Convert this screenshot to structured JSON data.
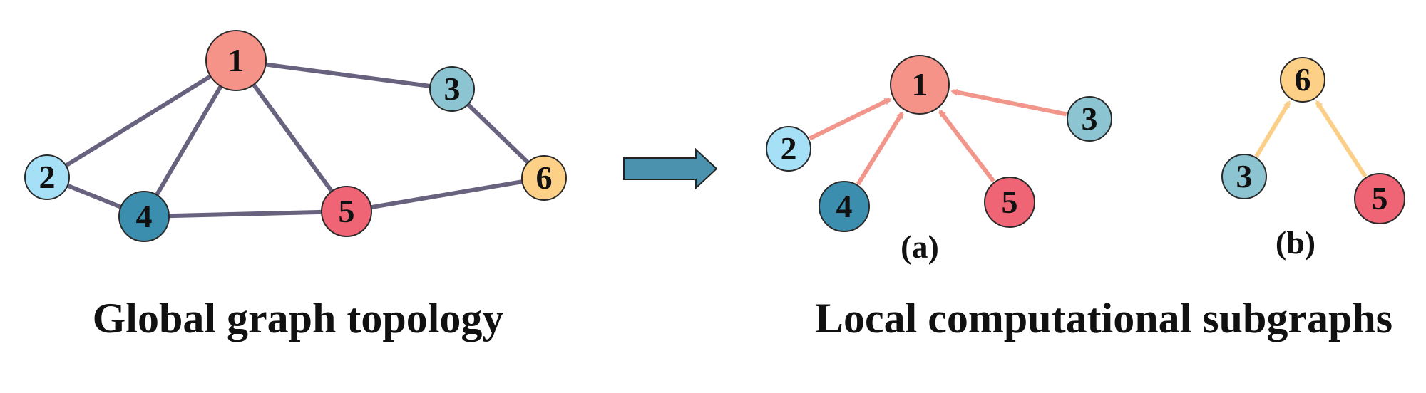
{
  "colors": {
    "edge": "#68627f",
    "arrow_red": "#f2968c",
    "arrow_orange": "#fbcf88",
    "node_stroke": "#2a2a2a",
    "big_arrow_fill": "#4b92ae",
    "node_1": "#f69389",
    "node_2": "#a6e0f7",
    "node_3": "#8dc4d2",
    "node_4": "#3c8eaf",
    "node_5": "#ef6575",
    "node_6": "#fdd087"
  },
  "global_graph": {
    "caption": "Global graph topology",
    "nodes": [
      {
        "id": "1",
        "label": "1",
        "color": "#f69389"
      },
      {
        "id": "2",
        "label": "2",
        "color": "#a6e0f7"
      },
      {
        "id": "3",
        "label": "3",
        "color": "#8dc4d2"
      },
      {
        "id": "4",
        "label": "4",
        "color": "#3c8eaf"
      },
      {
        "id": "5",
        "label": "5",
        "color": "#ef6575"
      },
      {
        "id": "6",
        "label": "6",
        "color": "#fdd087"
      }
    ],
    "edges": [
      [
        "1",
        "2"
      ],
      [
        "1",
        "4"
      ],
      [
        "1",
        "5"
      ],
      [
        "1",
        "3"
      ],
      [
        "2",
        "4"
      ],
      [
        "4",
        "5"
      ],
      [
        "5",
        "6"
      ],
      [
        "3",
        "6"
      ]
    ]
  },
  "transition_arrow": {
    "icon": "right-arrow-icon"
  },
  "local_subgraphs": {
    "caption": "Local computational subgraphs",
    "subgraphs": [
      {
        "label": "(a)",
        "target": "1",
        "sources": [
          "2",
          "4",
          "5",
          "3"
        ]
      },
      {
        "label": "(b)",
        "target": "6",
        "sources": [
          "3",
          "5"
        ]
      }
    ]
  }
}
